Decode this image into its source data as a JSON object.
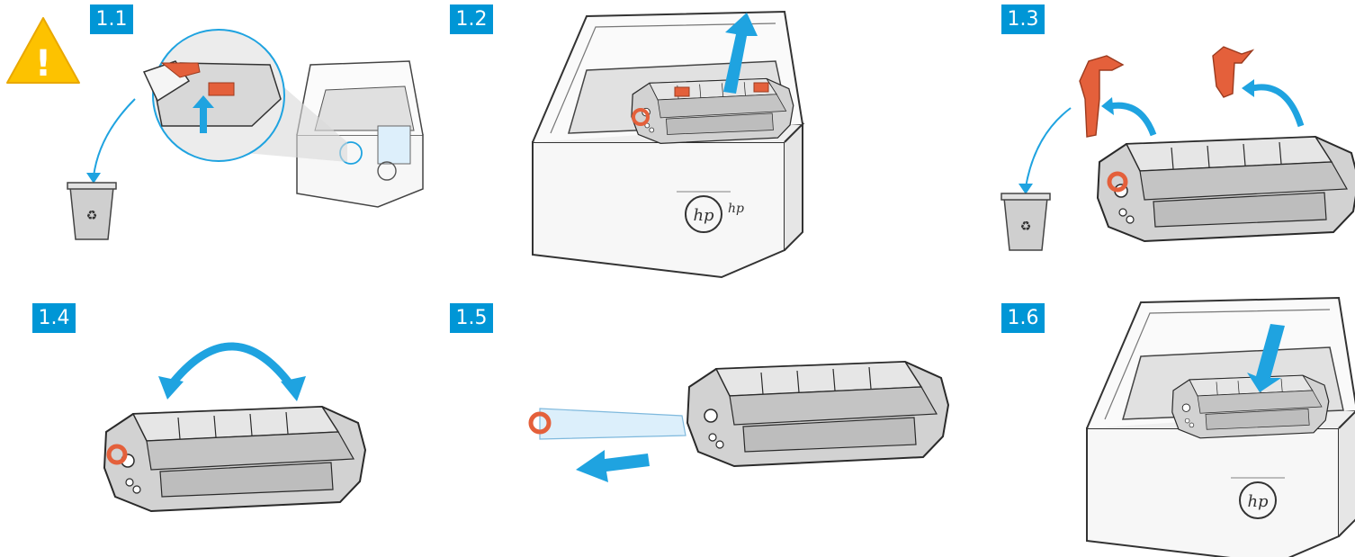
{
  "steps": [
    {
      "label": "1.1"
    },
    {
      "label": "1.2"
    },
    {
      "label": "1.3"
    },
    {
      "label": "1.4"
    },
    {
      "label": "1.5"
    },
    {
      "label": "1.6"
    }
  ],
  "warning": {
    "glyph": "!",
    "icon": "warning-icon"
  },
  "brand": {
    "logo_text": "hp"
  },
  "colors": {
    "step_badge": "#0096D6",
    "arrow": "#1FA3E0",
    "tape": "#E4603B",
    "cartridge": "#CFCFCF",
    "warning": "#FDC200"
  }
}
